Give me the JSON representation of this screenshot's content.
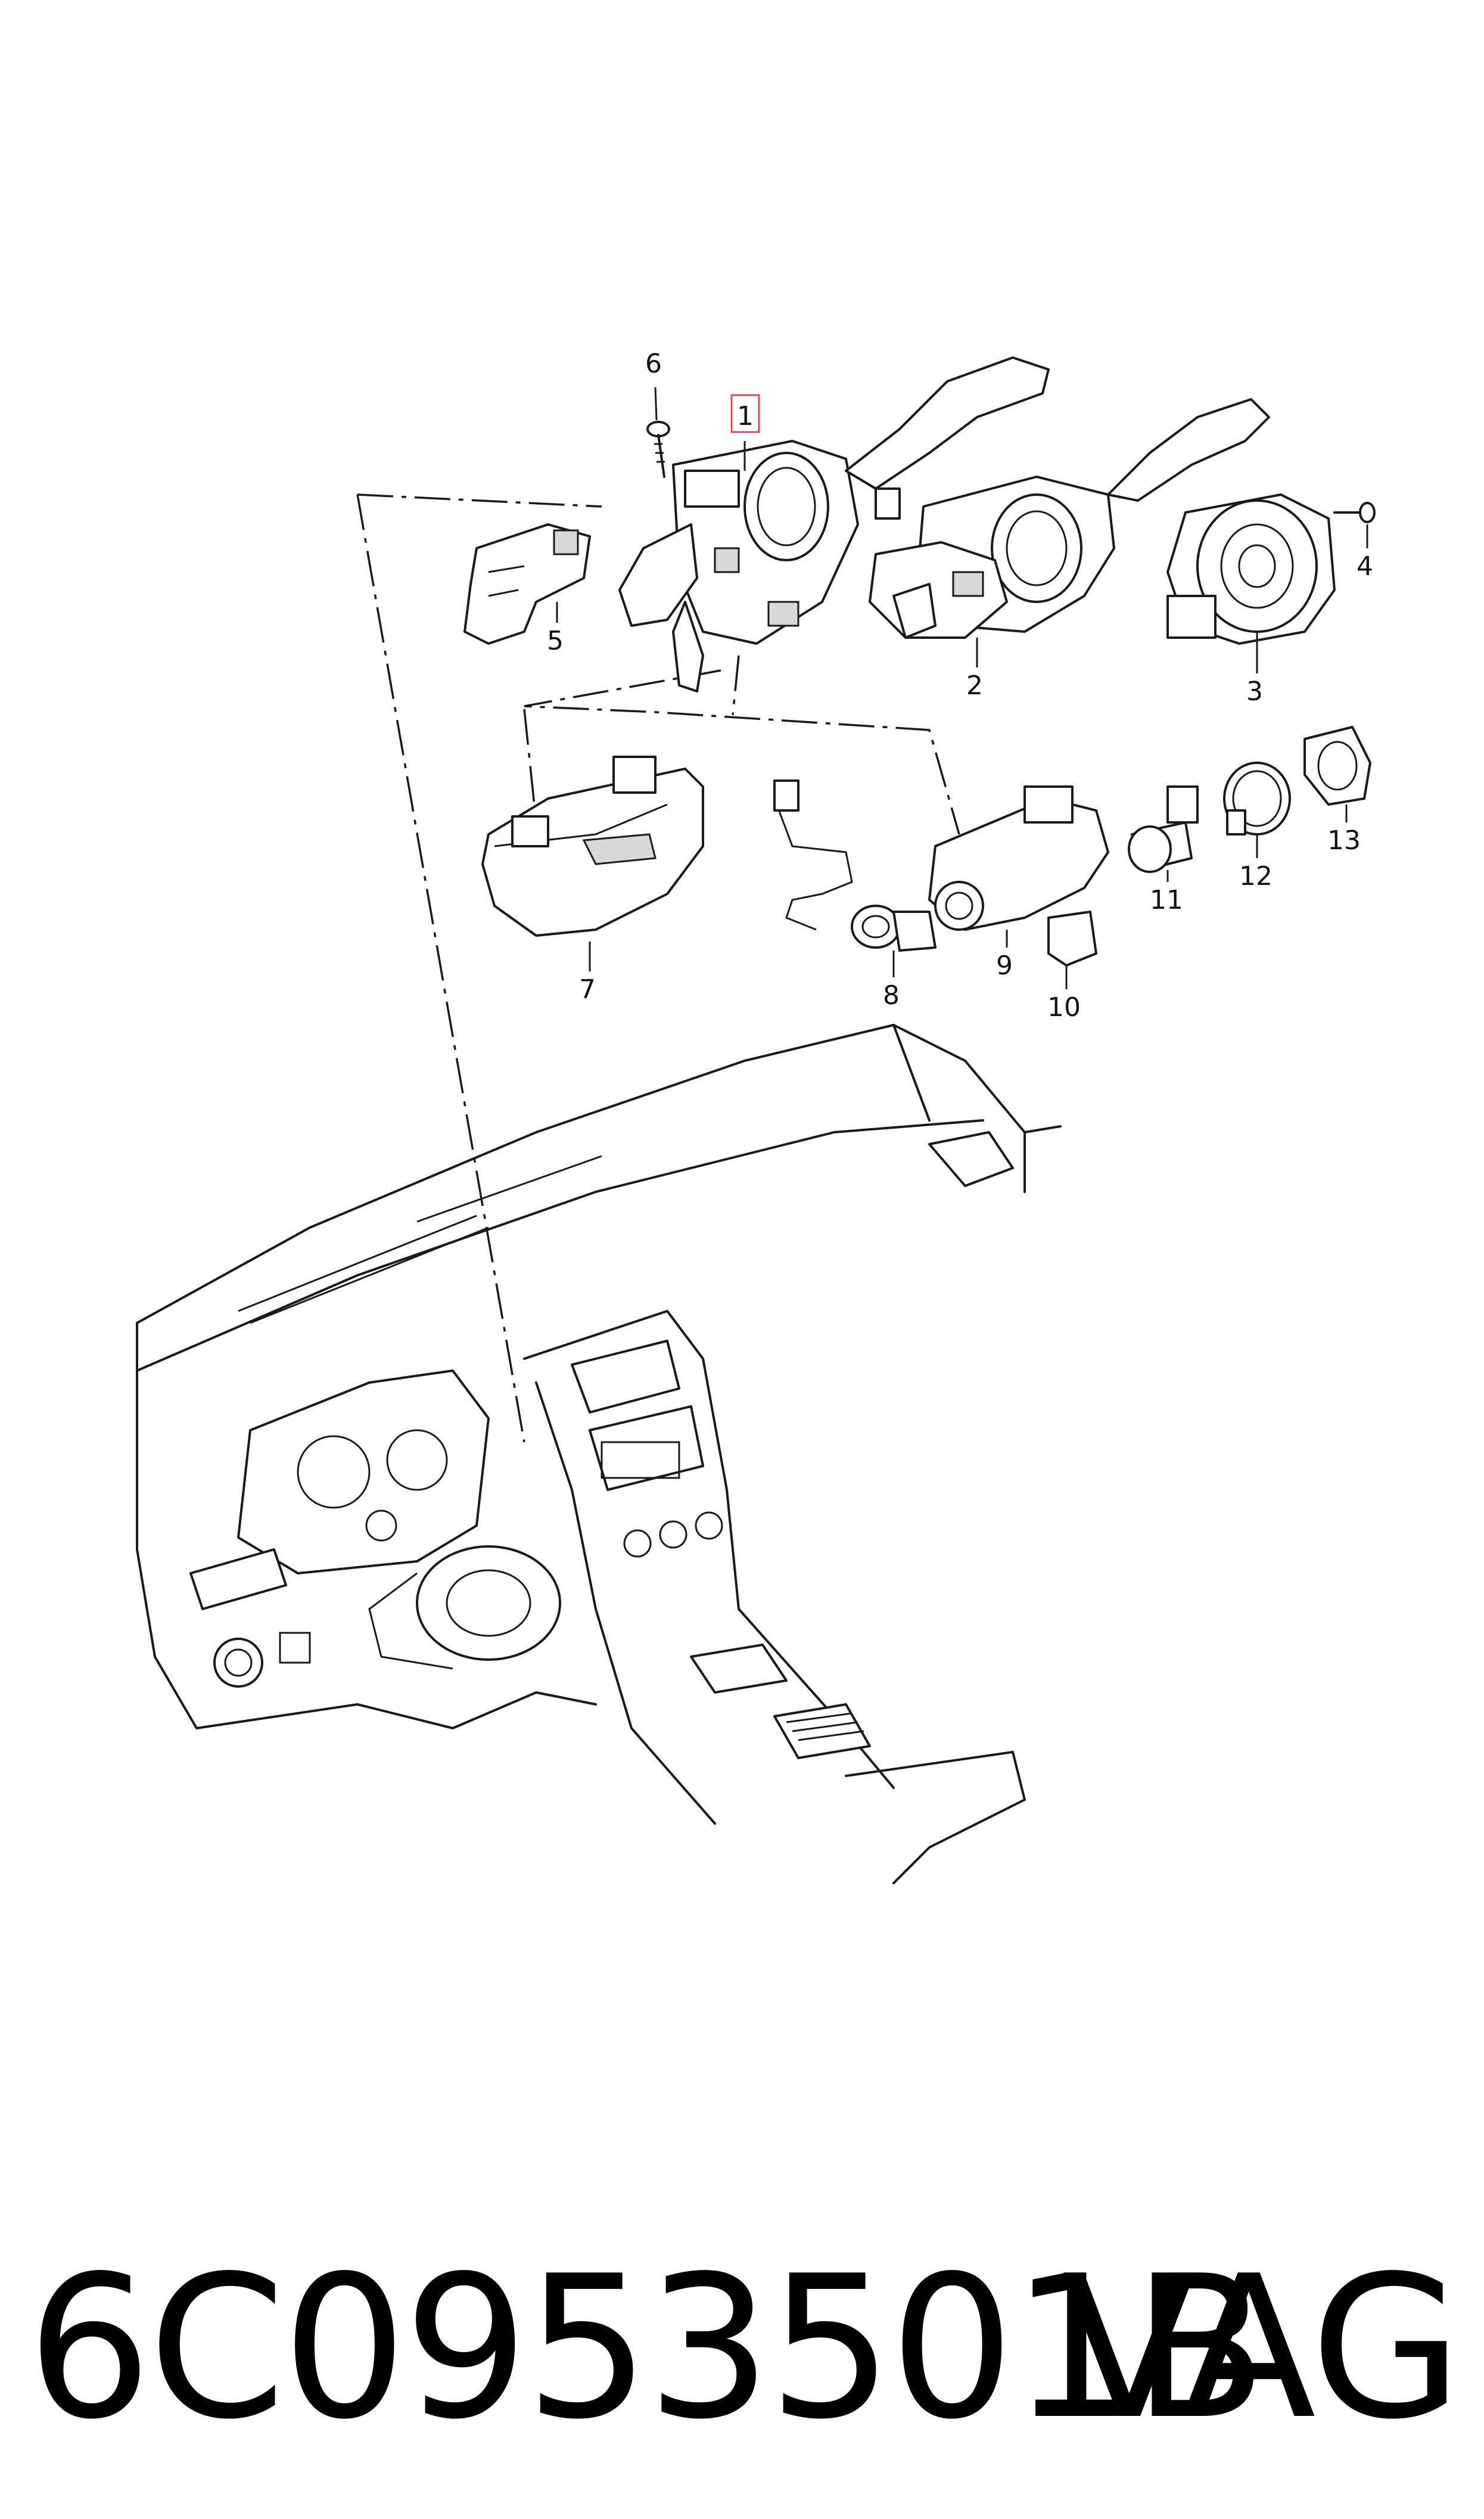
{
  "callouts": [
    {
      "id": "1",
      "label": "1",
      "highlighted": true
    },
    {
      "id": "2",
      "label": "2"
    },
    {
      "id": "3",
      "label": "3"
    },
    {
      "id": "4",
      "label": "4"
    },
    {
      "id": "5",
      "label": "5"
    },
    {
      "id": "6",
      "label": "6"
    },
    {
      "id": "7",
      "label": "7"
    },
    {
      "id": "8",
      "label": "8"
    },
    {
      "id": "9",
      "label": "9"
    },
    {
      "id": "10",
      "label": "10"
    },
    {
      "id": "11",
      "label": "11"
    },
    {
      "id": "12",
      "label": "12"
    },
    {
      "id": "13",
      "label": "13"
    }
  ],
  "footer": {
    "part_number": "6C0953501B",
    "brand": "VAG"
  },
  "colors": {
    "line": "#1a1a1a",
    "highlight_box": "#d94a5a",
    "background": "#ffffff"
  }
}
